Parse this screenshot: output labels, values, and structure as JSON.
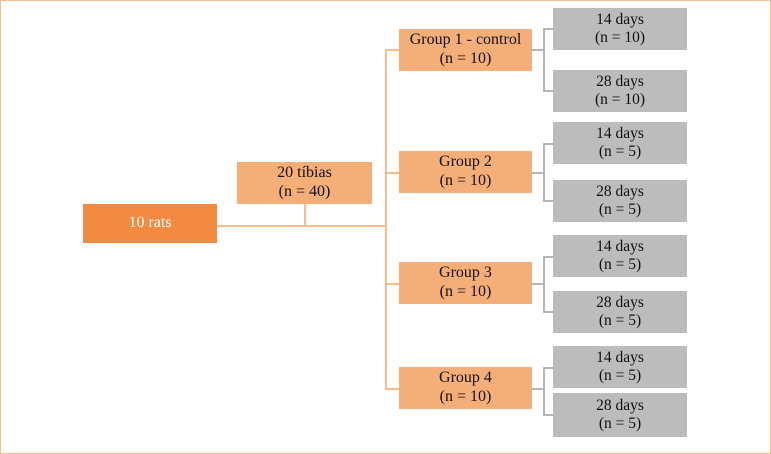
{
  "figure": {
    "type": "flowchart",
    "title": "Experimental study design flowchart",
    "colors": {
      "root_fill": "#F28B41",
      "root_text": "#FFFFFF",
      "level_fill": "#F5AE78",
      "group_fill": "#F5AE78",
      "timepoint_fill": "#BCBCBC",
      "orange_connector": "#F7BE8C",
      "gray_connector": "#B5B5B5",
      "frame_border": "#F7BE8C"
    }
  },
  "root": {
    "label": "10 rats"
  },
  "level2": {
    "line1": "20 tíbias",
    "line2": "(n = 40)"
  },
  "groups": [
    {
      "name": "Group 1 - control",
      "count": "(n = 10)",
      "timepoints": [
        {
          "days": "14 days",
          "count": "(n = 10)"
        },
        {
          "days": "28 days",
          "count": "(n = 10)"
        }
      ]
    },
    {
      "name": "Group 2",
      "count": "(n = 10)",
      "timepoints": [
        {
          "days": "14 days",
          "count": "(n = 5)"
        },
        {
          "days": "28 days",
          "count": "(n = 5)"
        }
      ]
    },
    {
      "name": "Group 3",
      "count": "(n = 10)",
      "timepoints": [
        {
          "days": "14 days",
          "count": "(n = 5)"
        },
        {
          "days": "28 days",
          "count": "(n = 5)"
        }
      ]
    },
    {
      "name": "Group 4",
      "count": "(n = 10)",
      "timepoints": [
        {
          "days": "14 days",
          "count": "(n = 5)"
        },
        {
          "days": "28 days",
          "count": "(n = 5)"
        }
      ]
    }
  ]
}
